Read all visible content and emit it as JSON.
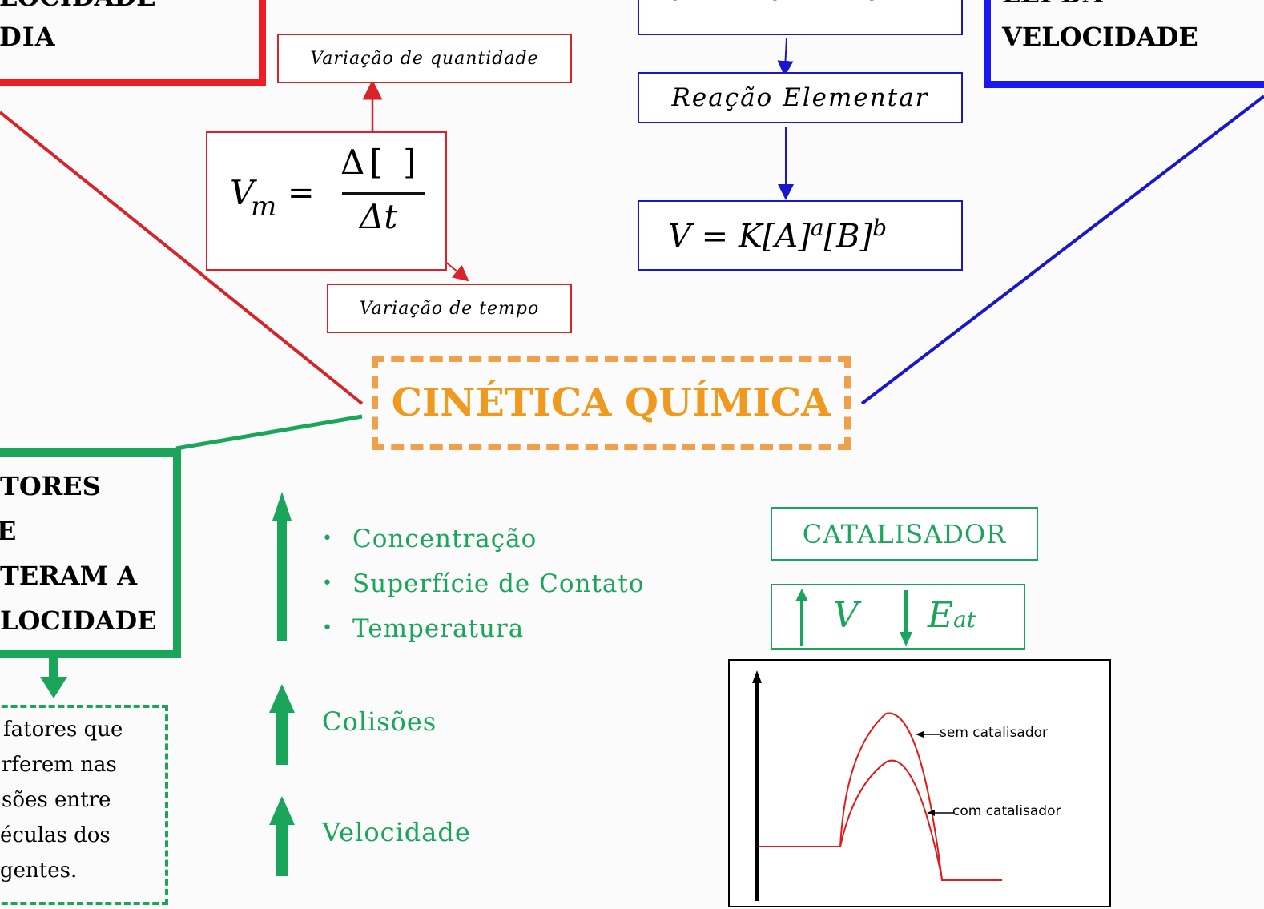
{
  "left_title": {
    "lines": [
      "LOCIDADE",
      "DIA"
    ]
  },
  "right_title": {
    "lines": [
      "LEI DA",
      "VELOCIDADE"
    ]
  },
  "variation_qty_label": "Variação de quantidade",
  "variation_time_label": "Variação de tempo",
  "avg_velocity_formula": {
    "lhs": "V",
    "lhs_sub": "m",
    "equals": "=",
    "numerator": "Δ[ ]",
    "denominator": "Δt"
  },
  "reaction_equation": "aA + bB → cC",
  "elementary_reaction_label": "Reação Elementar",
  "rate_law": {
    "v": "V",
    "equals": "=",
    "k": "K",
    "a_term": "[A]",
    "a_exp": "a",
    "b_term": "[B]",
    "b_exp": "b"
  },
  "center_title": "CINÉTICA QUÍMICA",
  "factors_title": {
    "lines": [
      "TORES",
      "E",
      "TERAM A",
      "LOCIDADE"
    ]
  },
  "factors_note": {
    "lines": [
      "fatores que",
      "rferem nas",
      "sões entre",
      "éculas dos",
      "gentes."
    ]
  },
  "factors_list": [
    "Concentração",
    "Superfície de Contato",
    "Temperatura"
  ],
  "collisions_label": "Colisões",
  "velocity_label": "Velocidade",
  "catalyst": {
    "title": "CATALISADOR",
    "v_label": "V",
    "eat_label": "E",
    "eat_sub": "at"
  },
  "energy_chart": {
    "label_without": "sem catalisador",
    "label_with": "com catalisador"
  },
  "colors": {
    "red": "#d8232a",
    "blue": "#1a17c9",
    "green": "#1aa65a",
    "orange": "#f0a04b",
    "orange_text": "#ef9a1e"
  }
}
